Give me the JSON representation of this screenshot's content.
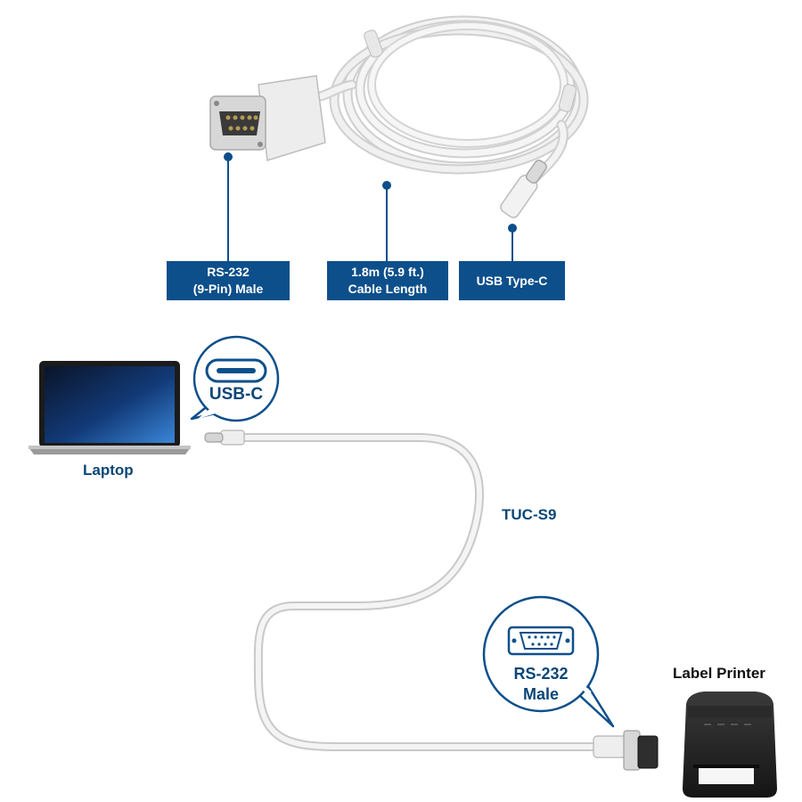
{
  "callouts": [
    {
      "line1": "RS-232",
      "line2": "(9-Pin) Male"
    },
    {
      "line1": "1.8m (5.9 ft.)",
      "line2": "Cable Length"
    },
    {
      "line1": "USB Type-C",
      "line2": ""
    }
  ],
  "diagram": {
    "laptop_label": "Laptop",
    "usbc_bubble_label": "USB-C",
    "cable_model": "TUC-S9",
    "rs232_bubble_line1": "RS-232",
    "rs232_bubble_line2": "Male",
    "printer_label": "Label Printer"
  },
  "colors": {
    "brand_blue": "#0d4f8b",
    "bubble_text": "#0b4677",
    "cable_white": "#f2f2f2"
  }
}
